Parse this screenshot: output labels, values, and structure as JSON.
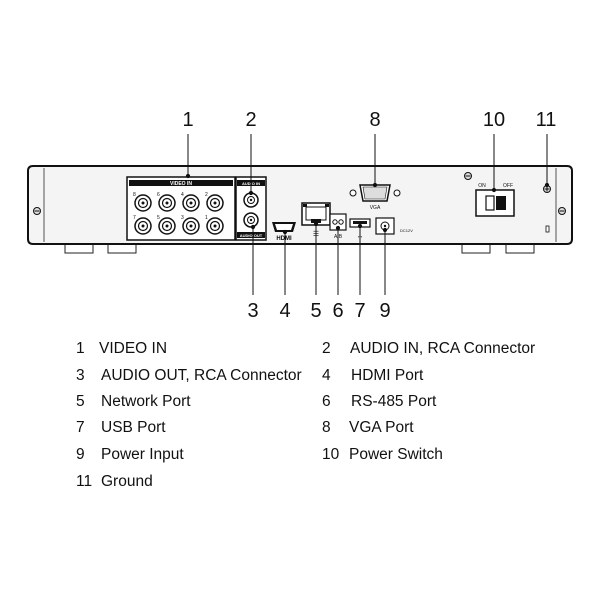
{
  "callouts": {
    "top": [
      "1",
      "2",
      "8",
      "10",
      "11"
    ],
    "bottom": [
      "3",
      "4",
      "5",
      "6",
      "7",
      "9"
    ]
  },
  "panel_labels": {
    "video_in": "VIDEO IN",
    "audio_in": "AUDIO IN",
    "audio_out": "AUDIO OUT",
    "vga": "VGA",
    "hdmi": "HDMI",
    "ab": "A/B",
    "dc": "DC12V",
    "on": "ON",
    "off": "OFF",
    "jack_numbers": [
      "8",
      "6",
      "4",
      "2",
      "7",
      "5",
      "3",
      "1"
    ]
  },
  "legend": [
    {
      "num": "1",
      "label": "VIDEO IN"
    },
    {
      "num": "2",
      "label": "AUDIO IN, RCA Connector"
    },
    {
      "num": "3",
      "label": "AUDIO OUT, RCA Connector"
    },
    {
      "num": "4",
      "label": "HDMI Port"
    },
    {
      "num": "5",
      "label": "Network Port"
    },
    {
      "num": "6",
      "label": "RS-485 Port"
    },
    {
      "num": "7",
      "label": "USB Port"
    },
    {
      "num": "8",
      "label": "VGA Port"
    },
    {
      "num": "9",
      "label": "Power Input"
    },
    {
      "num": "10",
      "label": "Power Switch"
    },
    {
      "num": "11",
      "label": "Ground"
    }
  ]
}
